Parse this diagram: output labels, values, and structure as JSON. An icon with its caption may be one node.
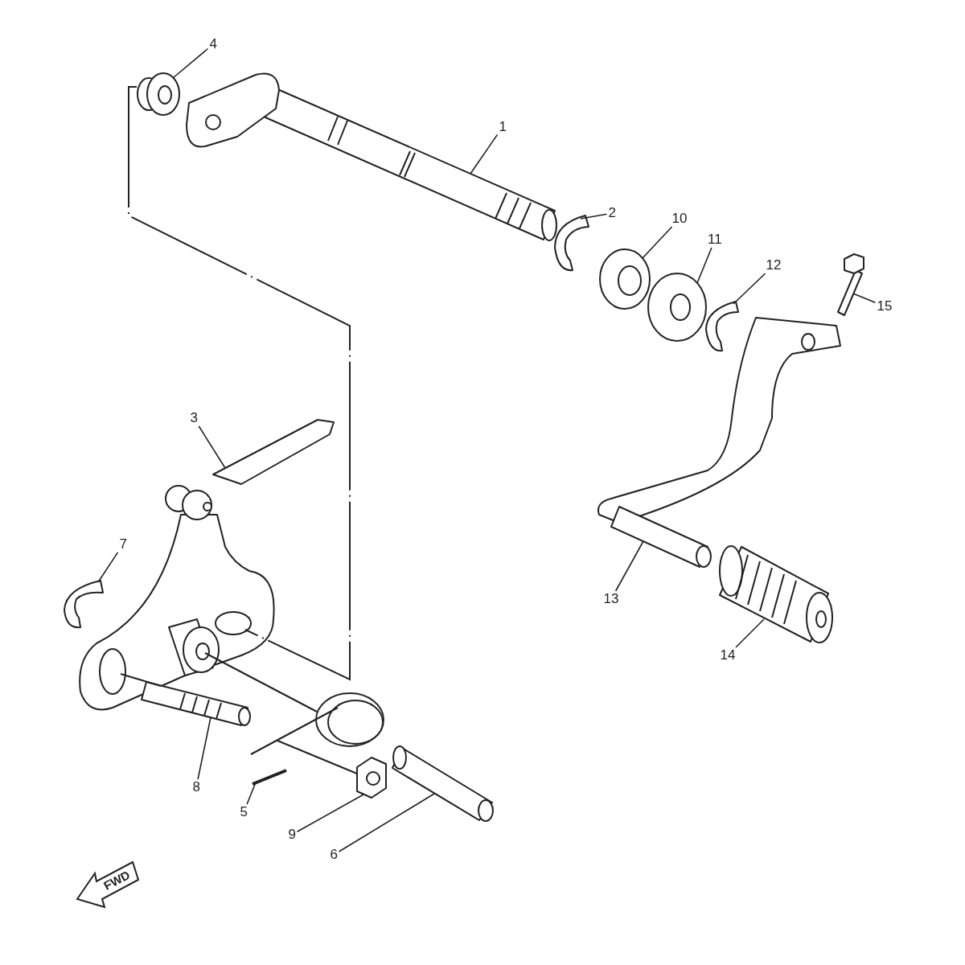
{
  "diagram": {
    "nodes": [
      {
        "text": [
          "4"
        ]
      },
      {
        "text": [
          "1"
        ]
      },
      {
        "text": [
          "2"
        ]
      },
      {
        "text": [
          "10"
        ]
      },
      {
        "text": [
          "11"
        ]
      },
      {
        "text": [
          "12"
        ]
      },
      {
        "text": [
          "15"
        ]
      },
      {
        "text": [
          "3"
        ]
      },
      {
        "text": [
          "7"
        ]
      },
      {
        "text": [
          "13"
        ]
      },
      {
        "text": [
          "14"
        ]
      },
      {
        "text": [
          "8"
        ]
      },
      {
        "text": [
          "5"
        ]
      },
      {
        "text": [
          "9"
        ]
      },
      {
        "text": [
          "6"
        ]
      },
      {
        "text": [],
        "shape": "picture"
      },
      {
        "text": [],
        "shape": "picture"
      },
      {
        "text": [],
        "shape": "picture"
      },
      {
        "text": [],
        "shape": "picture"
      },
      {
        "text": [],
        "shape": "picture"
      },
      {
        "text": [],
        "shape": "picture"
      },
      {
        "text": [],
        "shape": "picture"
      },
      {
        "text": [],
        "shape": "picture"
      },
      {
        "text": [],
        "shape": "picture"
      },
      {
        "text": [],
        "shape": "picture"
      },
      {
        "text": [],
        "shape": "picture"
      },
      {
        "text": [],
        "shape": "picture"
      },
      {
        "text": [],
        "shape": "picture"
      },
      {
        "text": [],
        "shape": "picture"
      },
      {
        "text": [],
        "shape": "picture"
      },
      {
        "text": [],
        "shape": "picture"
      }
    ],
    "edges": [
      {
        "from": 0,
        "to": 15,
        "arrow": "none"
      },
      {
        "from": 1,
        "to": 16,
        "arrow": "none"
      },
      {
        "from": 2,
        "to": 17,
        "arrow": "none"
      },
      {
        "from": 3,
        "to": 18,
        "arrow": "none"
      },
      {
        "from": 4,
        "to": 19,
        "arrow": "none"
      },
      {
        "from": 5,
        "to": 20,
        "arrow": "none"
      },
      {
        "from": 6,
        "to": 21,
        "arrow": "none"
      },
      {
        "from": 7,
        "to": 22,
        "arrow": "none"
      },
      {
        "from": 8,
        "to": 23,
        "arrow": "none"
      },
      {
        "from": 9,
        "to": 24,
        "arrow": "none"
      },
      {
        "from": 10,
        "to": 25,
        "arrow": "none"
      },
      {
        "from": 11,
        "to": 26,
        "arrow": "none"
      },
      {
        "from": 12,
        "to": 27,
        "arrow": "none"
      },
      {
        "from": 13,
        "to": 28,
        "arrow": "none"
      },
      {
        "from": 14,
        "to": 29,
        "arrow": "none"
      },
      {
        "from": 15,
        "to": 22,
        "arrow": "none",
        "style": "dashed"
      },
      {
        "from": 22,
        "to": 26,
        "arrow": "none"
      },
      {
        "from": 22,
        "to": 30,
        "arrow": "none"
      },
      {
        "from": 30,
        "to": 28,
        "arrow": "none"
      }
    ],
    "labels": [
      "FWD"
    ]
  }
}
